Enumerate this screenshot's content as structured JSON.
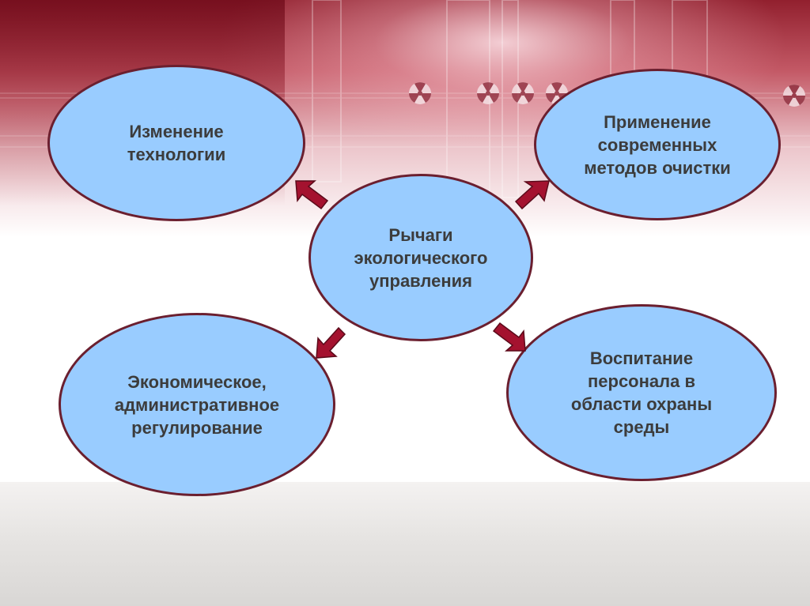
{
  "diagram": {
    "center": {
      "text": "Рычаги\nэкологического\nуправления"
    },
    "nodes": {
      "top_left": {
        "text": "Изменение\nтехнологии"
      },
      "top_right": {
        "text": "Применение\nсовременных\nметодов очистки"
      },
      "bottom_left": {
        "text": "Экономическое,\nадминистративное\nрегулирование"
      },
      "bottom_right": {
        "text": "Воспитание\nперсонала в\nобласти охраны\nсреды"
      }
    }
  },
  "colors": {
    "node_fill": "#99ccff",
    "node_border": "#6b1f2f",
    "arrow_fill": "#a4122f",
    "text": "#3c3c3c"
  },
  "icons": [
    "radiation-icon"
  ]
}
